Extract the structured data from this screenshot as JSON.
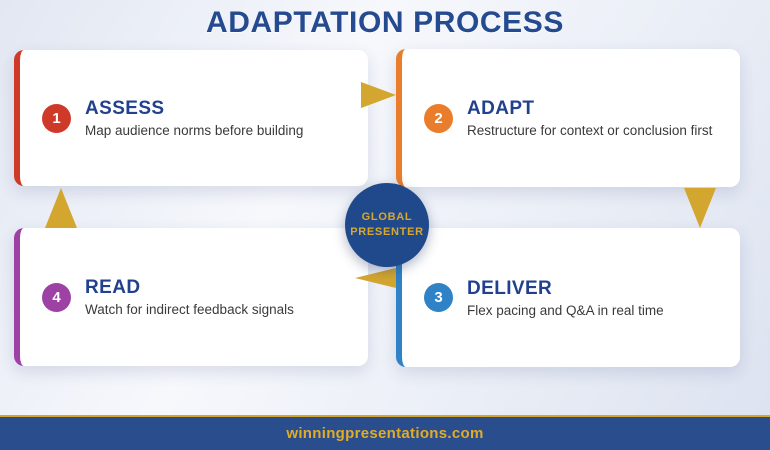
{
  "title": "ADAPTATION PROCESS",
  "center_badge": {
    "line1": "GLOBAL",
    "line2": "PRESENTER"
  },
  "steps": [
    {
      "number": "1",
      "title": "ASSESS",
      "description": "Map audience norms before building",
      "color": "#cf3a28"
    },
    {
      "number": "2",
      "title": "ADAPT",
      "description": "Restructure for context or conclusion first",
      "color": "#ea7d2c"
    },
    {
      "number": "3",
      "title": "DELIVER",
      "description": "Flex pacing and Q&A in real time",
      "color": "#2e82c5"
    },
    {
      "number": "4",
      "title": "READ",
      "description": "Watch for indirect feedback signals",
      "color": "#9d41a5"
    }
  ],
  "footer": {
    "website": "winningpresentations.com"
  },
  "colors": {
    "title_text": "#254a8f",
    "step_title_text": "#21418f",
    "description_text": "#3a3a3a",
    "center_circle_fill": "#20498c",
    "center_circle_text": "#d9a829",
    "arrow_gold": "#d3a62f",
    "footer_bar": "#2a4d8e",
    "footer_line": "#d2a62f",
    "footer_text": "#e2ac26"
  }
}
